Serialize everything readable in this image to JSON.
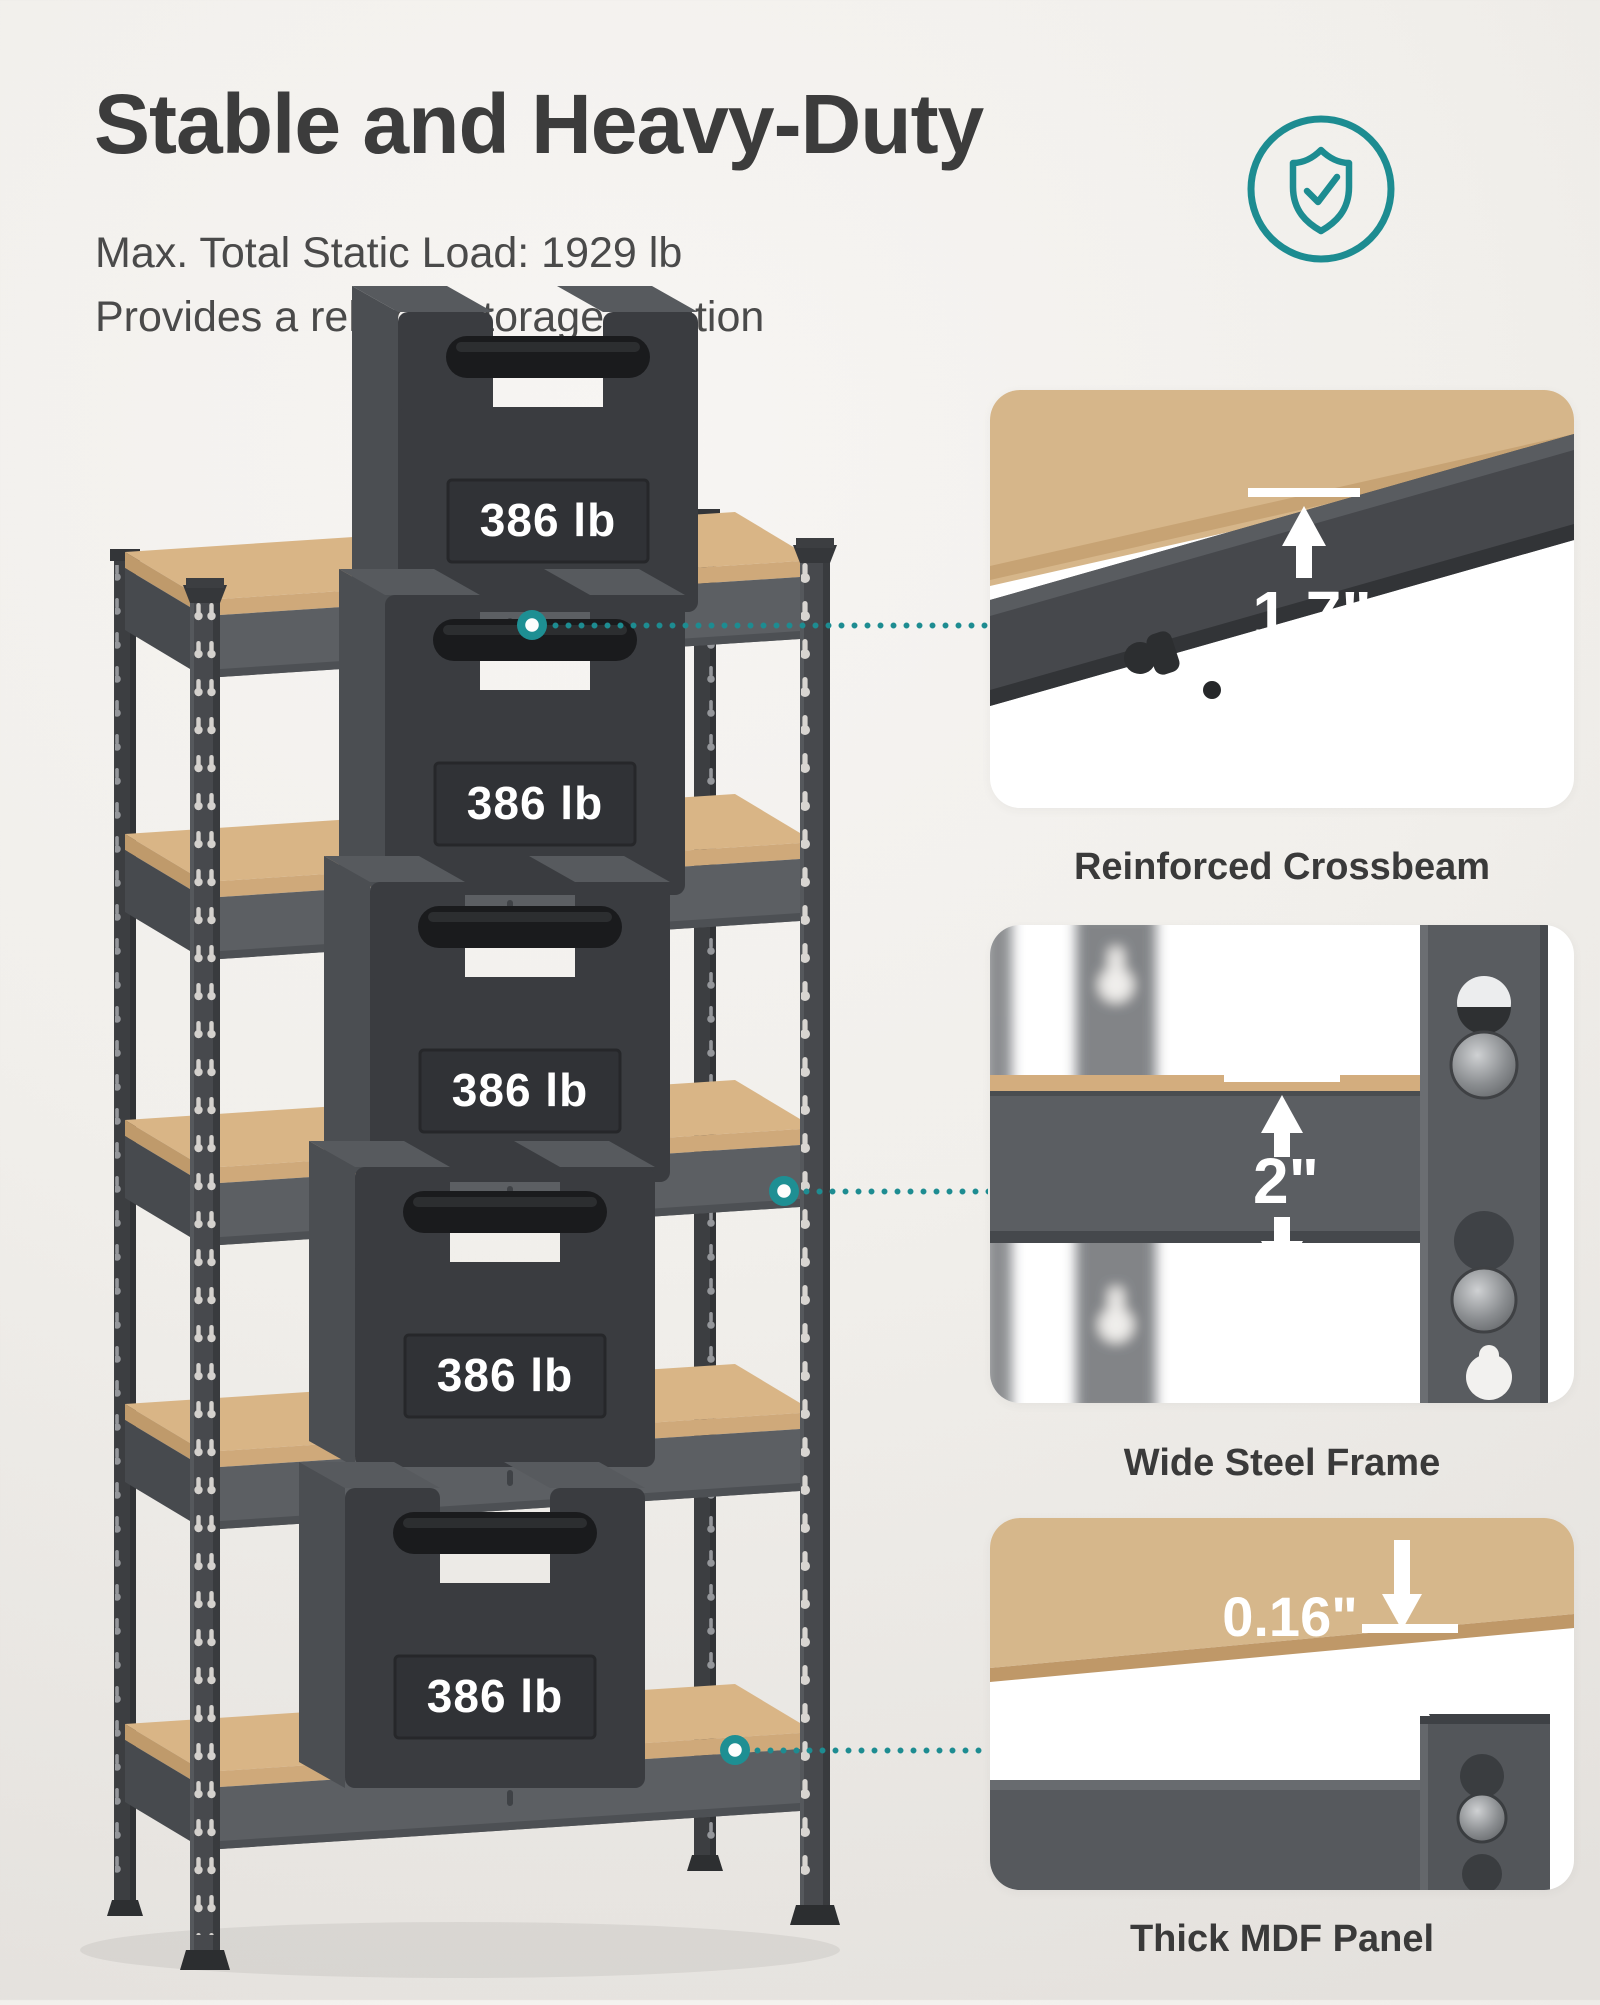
{
  "header": {
    "title": "Stable and Heavy-Duty",
    "subtitle_line1": "Max. Total Static Load: 1929 lb",
    "subtitle_line2": "Provides a reliable storage solution"
  },
  "badge": {
    "icon": "shield-check-icon",
    "color": "#1d8c91"
  },
  "shelf": {
    "tiers": 5,
    "weights": [
      "386 lb",
      "386 lb",
      "386 lb",
      "386 lb",
      "386 lb"
    ]
  },
  "callouts": [
    {
      "caption": "Reinforced Crossbeam",
      "measurement": "1.7\""
    },
    {
      "caption": "Wide Steel Frame",
      "measurement": "2\""
    },
    {
      "caption": "Thick MDF Panel",
      "measurement": "0.16\""
    }
  ],
  "colors": {
    "accent": "#1d8c91",
    "steel": "#5b5e62",
    "steel_dark": "#3a3c40",
    "mdf": "#d7b88e",
    "text": "#3c3c3c",
    "card_bg": "#ffffff"
  }
}
